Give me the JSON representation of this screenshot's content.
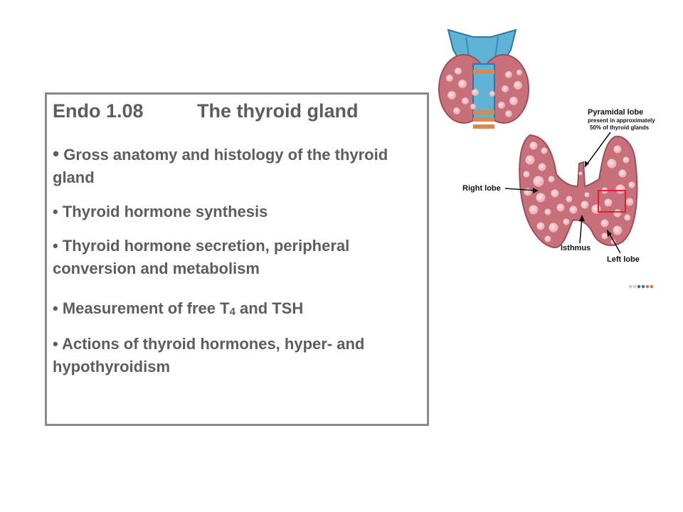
{
  "slide": {
    "code": "Endo 1.08",
    "title": "The thyroid gland",
    "bullets": [
      "Gross anatomy and histology of the thyroid gland",
      "Thyroid hormone synthesis",
      "Thyroid hormone secretion, peripheral conversion and metabolism",
      "Measurement of free T",
      "4",
      " and TSH",
      "Actions of thyroid hormones, hyper- and hypothyroidism"
    ]
  },
  "figure": {
    "labels": {
      "pyramidal": "Pyramidal lobe",
      "pyramidal_note1": "present in approximately",
      "pyramidal_note2": "50% of thyroid glands",
      "right_lobe": "Right lobe",
      "isthmus": "Isthmus",
      "left_lobe": "Left lobe"
    },
    "colors": {
      "gland": "#c8707a",
      "follicle": "#f3c3c8",
      "cartilage": "#5fb3d6",
      "highlight_box": "#e0202a"
    }
  }
}
